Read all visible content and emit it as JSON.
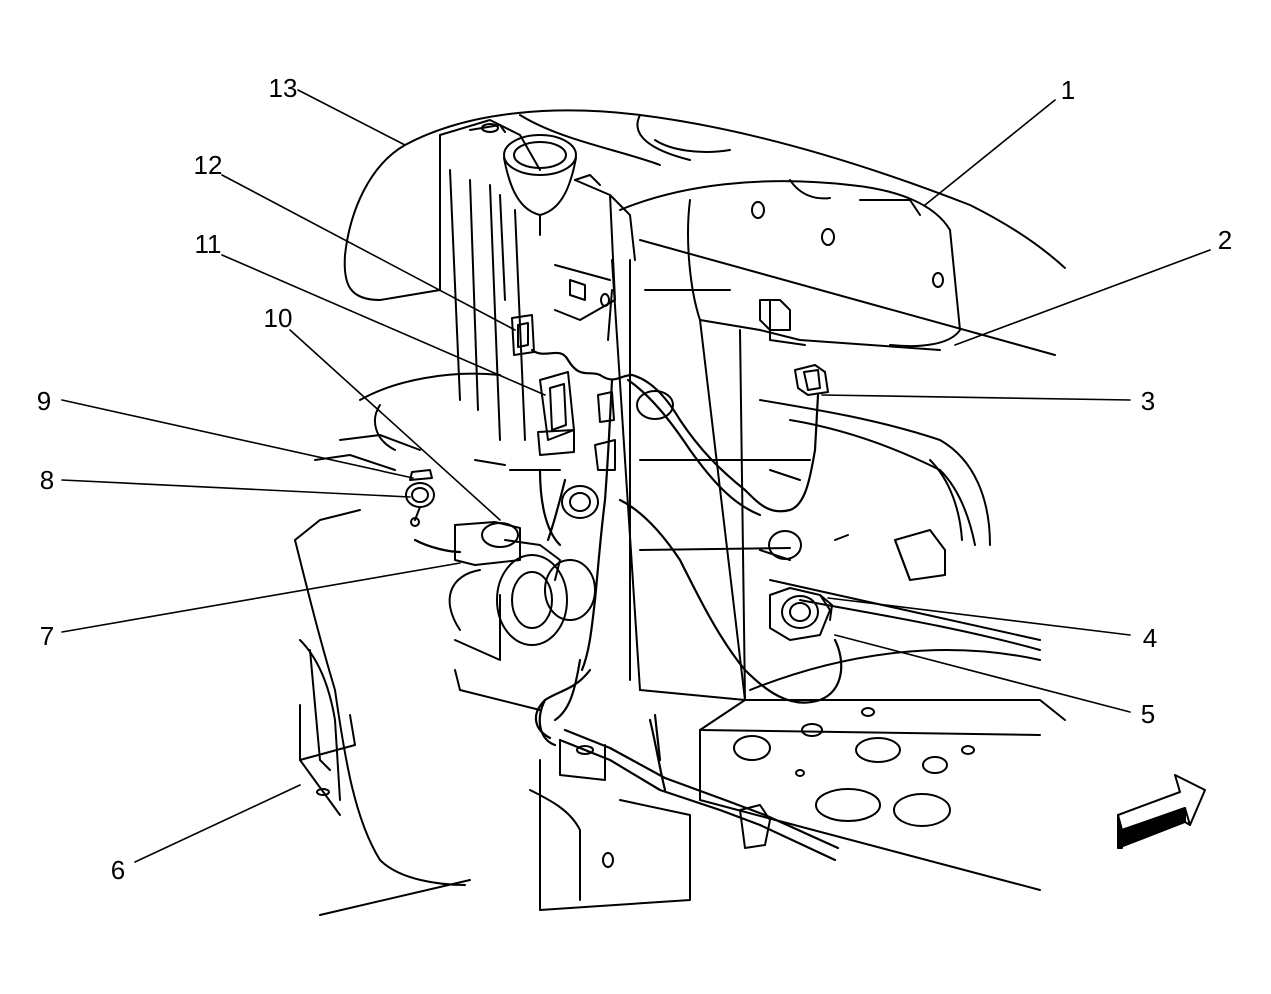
{
  "diagram": {
    "colors": {
      "line": "#000000",
      "background": "#ffffff"
    },
    "callouts": [
      {
        "id": "1",
        "label": "1"
      },
      {
        "id": "2",
        "label": "2"
      },
      {
        "id": "3",
        "label": "3"
      },
      {
        "id": "4",
        "label": "4"
      },
      {
        "id": "5",
        "label": "5"
      },
      {
        "id": "6",
        "label": "6"
      },
      {
        "id": "7",
        "label": "7"
      },
      {
        "id": "8",
        "label": "8"
      },
      {
        "id": "9",
        "label": "9"
      },
      {
        "id": "10",
        "label": "10"
      },
      {
        "id": "11",
        "label": "11"
      },
      {
        "id": "12",
        "label": "12"
      },
      {
        "id": "13",
        "label": "13"
      }
    ],
    "direction_icon": "forward-arrow-icon"
  }
}
